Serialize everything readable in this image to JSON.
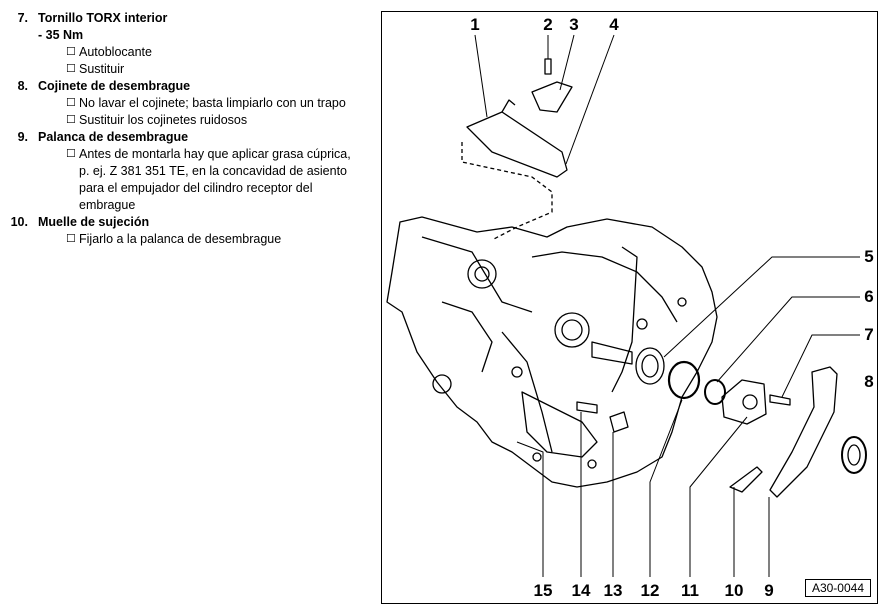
{
  "legend": [
    {
      "num": "7.",
      "title": "Tornillo TORX interior",
      "sub": "- 35 Nm",
      "notes": [
        "Autoblocante",
        "Sustituir"
      ]
    },
    {
      "num": "8.",
      "title": "Cojinete de desembrague",
      "notes": [
        "No lavar el cojinete; basta limpiarlo con un trapo",
        "Sustituir los cojinetes ruidosos"
      ]
    },
    {
      "num": "9.",
      "title": "Palanca de desembrague",
      "notes": [
        "Antes de montarla hay que aplicar grasa cúprica, p. ej. Z 381 351 TE, en la concavidad de asiento para el empujador del cilindro receptor del embrague"
      ]
    },
    {
      "num": "10.",
      "title": "Muelle de sujeción",
      "notes": [
        "Fijarlo a la palanca de desembrague"
      ]
    }
  ],
  "bullet_glyph": "☐",
  "callouts": [
    "1",
    "2",
    "3",
    "4",
    "5",
    "6",
    "7",
    "8",
    "9",
    "10",
    "11",
    "12",
    "13",
    "14",
    "15"
  ],
  "figure_ref": "A30-0044"
}
